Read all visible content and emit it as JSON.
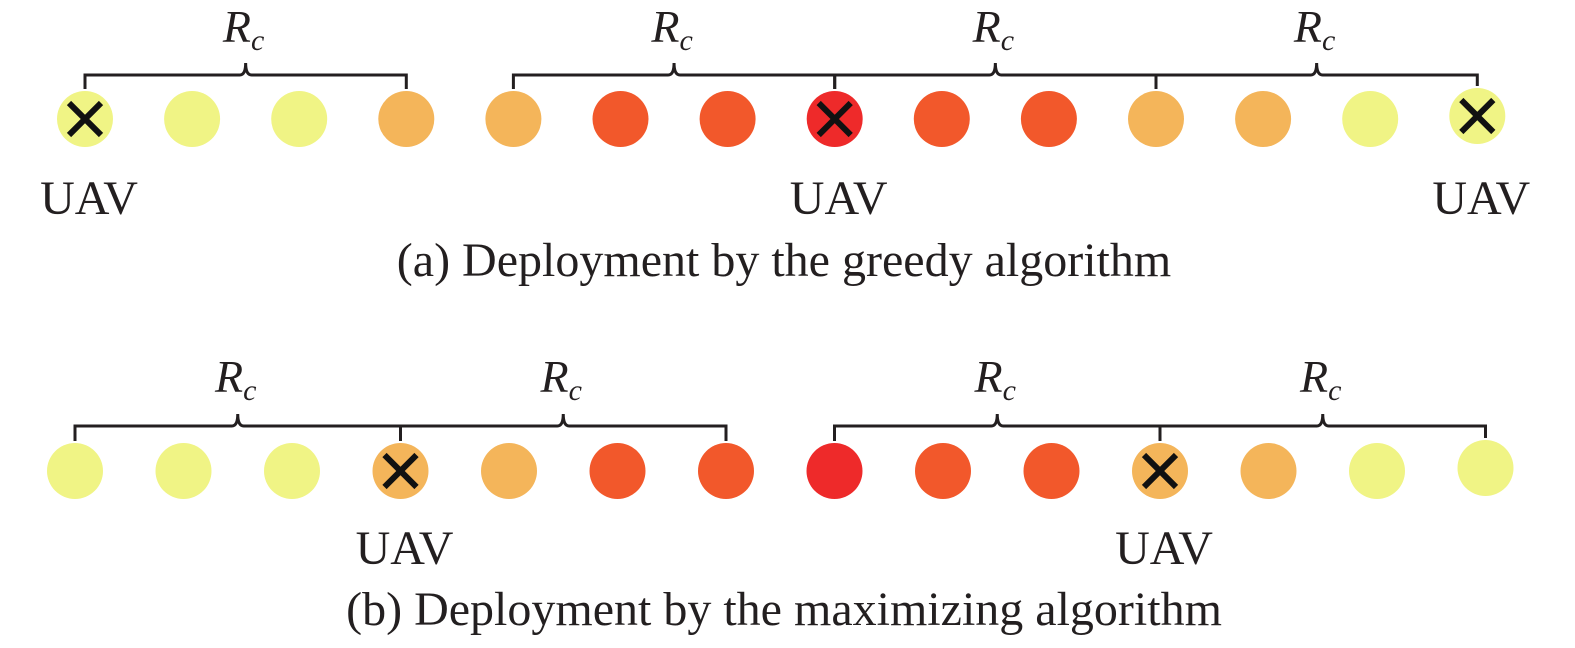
{
  "colors": {
    "level1": "#f0f485",
    "level2": "#f4b55a",
    "level3": "#f2582b",
    "level4": "#ee2a2a",
    "ink": "#231f20"
  },
  "icons": {
    "uav_marker": "cross-icon",
    "node": "circle-node"
  },
  "panels": [
    {
      "id": "a",
      "caption": "(a) Deployment by the greedy algorithm",
      "nodes": [
        {
          "level": 1,
          "uav": true
        },
        {
          "level": 1,
          "uav": false
        },
        {
          "level": 1,
          "uav": false
        },
        {
          "level": 2,
          "uav": false
        },
        {
          "level": 2,
          "uav": false
        },
        {
          "level": 3,
          "uav": false
        },
        {
          "level": 3,
          "uav": false
        },
        {
          "level": 4,
          "uav": true
        },
        {
          "level": 3,
          "uav": false
        },
        {
          "level": 3,
          "uav": false
        },
        {
          "level": 2,
          "uav": false
        },
        {
          "level": 2,
          "uav": false
        },
        {
          "level": 1,
          "uav": false
        },
        {
          "level": 1,
          "uav": true
        }
      ],
      "uav_label": "UAV",
      "range_label": {
        "main": "R",
        "sub": "c"
      },
      "ranges": [
        {
          "from": 0,
          "to": 3
        },
        {
          "from": 4,
          "to": 7
        },
        {
          "from": 7,
          "to": 10
        },
        {
          "from": 10,
          "to": 13
        }
      ]
    },
    {
      "id": "b",
      "caption": "(b) Deployment by the maximizing algorithm",
      "nodes": [
        {
          "level": 1,
          "uav": false
        },
        {
          "level": 1,
          "uav": false
        },
        {
          "level": 1,
          "uav": false
        },
        {
          "level": 2,
          "uav": true
        },
        {
          "level": 2,
          "uav": false
        },
        {
          "level": 3,
          "uav": false
        },
        {
          "level": 3,
          "uav": false
        },
        {
          "level": 4,
          "uav": false
        },
        {
          "level": 3,
          "uav": false
        },
        {
          "level": 3,
          "uav": false
        },
        {
          "level": 2,
          "uav": true
        },
        {
          "level": 2,
          "uav": false
        },
        {
          "level": 1,
          "uav": false
        },
        {
          "level": 1,
          "uav": false
        }
      ],
      "uav_label": "UAV",
      "range_label": {
        "main": "R",
        "sub": "c"
      },
      "ranges": [
        {
          "from": 0,
          "to": 3
        },
        {
          "from": 3,
          "to": 6
        },
        {
          "from": 7,
          "to": 10
        },
        {
          "from": 10,
          "to": 13
        }
      ]
    }
  ]
}
